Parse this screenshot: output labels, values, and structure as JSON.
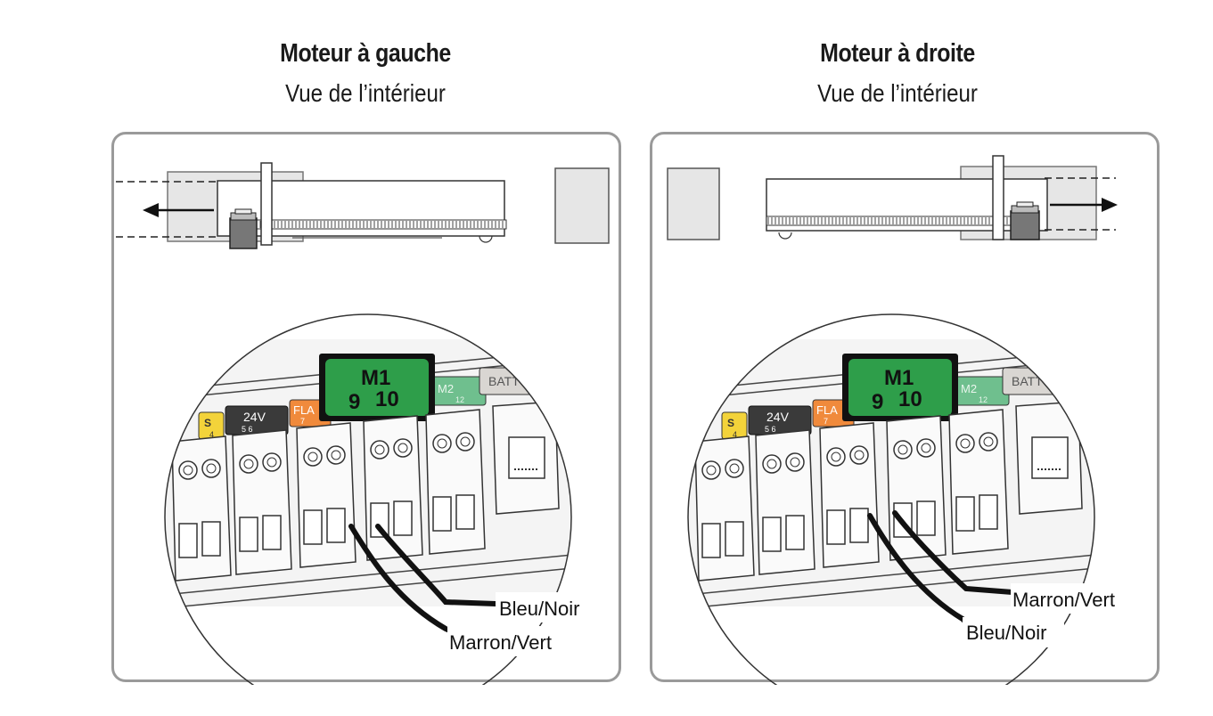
{
  "panels": [
    {
      "id": "left",
      "title": "Moteur à gauche",
      "subtitle": "Vue de l’intérieur",
      "wire_labels": {
        "upper": "Bleu/Noir",
        "lower": "Marron/Vert"
      }
    },
    {
      "id": "right",
      "title": "Moteur à droite",
      "subtitle": "Vue de l’intérieur",
      "wire_labels": {
        "upper": "Marron/Vert",
        "lower": "Bleu/Noir"
      }
    }
  ],
  "terminal_block": {
    "m1_label": "M1",
    "m1_pins": [
      "9",
      "10"
    ],
    "labels": {
      "s": "S",
      "s_pin": "4",
      "v24": "24V",
      "v24_pins": [
        "5",
        "6"
      ],
      "flash": "FLA",
      "flash_pin": "7",
      "m2": "M2",
      "m2_pin": "12",
      "batt": "BATT"
    }
  },
  "colors": {
    "m1_green": "#2e9e4a",
    "m2_green": "#6fbf8e",
    "flash_orange": "#f08a3c",
    "s_yellow": "#f3d33a",
    "batt_grey": "#d9d6d2",
    "v24_dark": "#3a3a3a",
    "panel_border": "#9a9a9a",
    "gate_grey": "#e6e6e6"
  },
  "icons": [
    "motor-icon",
    "gate-icon",
    "left-arrow-icon",
    "right-arrow-icon",
    "terminal-block-icon"
  ]
}
